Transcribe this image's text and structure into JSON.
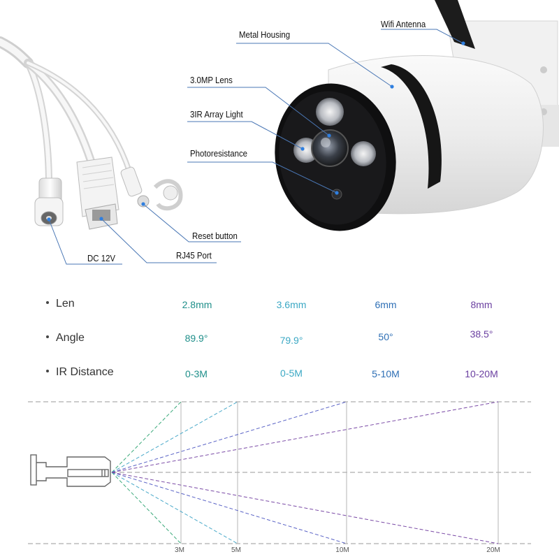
{
  "callouts": {
    "metal_housing": "Metal Housing",
    "wifi_antenna": "Wifi Antenna",
    "lens": "3.0MP Lens",
    "ir_light": "3IR Array Light",
    "photoresistance": "Photoresistance",
    "reset_button": "Reset button",
    "dc": "DC 12V",
    "rj45": "RJ45 Port"
  },
  "specs": {
    "rows": [
      {
        "label": "Len",
        "values": [
          "2.8mm",
          "3.6mm",
          "6mm",
          "8mm"
        ]
      },
      {
        "label": "Angle",
        "values": [
          "89.9°",
          "79.9°",
          "50°",
          "38.5°"
        ]
      },
      {
        "label": "IR Distance",
        "values": [
          "0-3M",
          "0-5M",
          "5-10M",
          "10-20M"
        ]
      }
    ],
    "column_colors": [
      "#1f8f8a",
      "#3ba8c4",
      "#2e6fb5",
      "#6a3fa0"
    ]
  },
  "range_diagram": {
    "ticks": [
      "3M",
      "5M",
      "10M",
      "20M"
    ],
    "colors": [
      "#3aa97a",
      "#49a9c9",
      "#5a63c6",
      "#7a4aa6"
    ]
  }
}
